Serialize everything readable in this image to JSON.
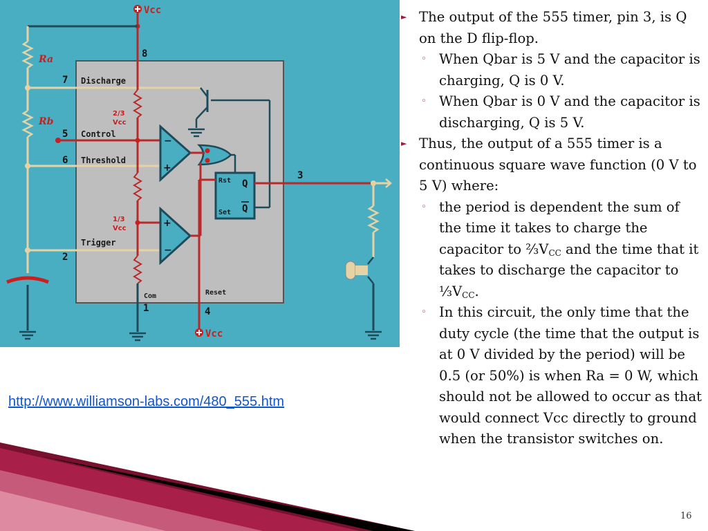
{
  "slide": {
    "number": "16"
  },
  "diagram": {
    "vcc_top": "Vcc",
    "vcc_bottom": "Vcc",
    "ra": "Ra",
    "rb": "Rb",
    "pins": {
      "p8": "8",
      "p7": "7",
      "p5": "5",
      "p6": "6",
      "p2": "2",
      "p1": "1",
      "p4": "4",
      "p3": "3"
    },
    "labels": {
      "discharge": "Discharge",
      "control": "Control",
      "threshold": "Threshold",
      "trigger": "Trigger",
      "com": "Com",
      "reset": "Reset",
      "rst": "Rst",
      "set": "Set",
      "q": "Q",
      "qbar": "Q"
    },
    "two_thirds_top": "2/3",
    "two_thirds_bottom": "Vcc",
    "one_third_top": "1/3",
    "one_third_bottom": "Vcc",
    "colors": {
      "background": "#4aaec2",
      "chip": "#bebebe",
      "wire_red": "#b82a2a",
      "wire_dark": "#1e4b5a",
      "wire_tan": "#e6d3a5"
    }
  },
  "source_link": "http://www.williamson-labs.com/480_555.htm",
  "bullets": {
    "b1": "The output of the 555 timer, pin 3, is Q on the D flip-flop.",
    "b1_sub1": "When Qbar is 5 V and the capacitor is charging, Q is 0 V.",
    "b1_sub2": "When Qbar is 0 V and the capacitor is discharging, Q is 5 V.",
    "b2": "Thus, the output of a 555 timer is a continuous square wave function (0 V to 5 V) where:",
    "b2_sub1_a": " the period is dependent the sum of the time it takes to charge the capacitor to ⅔V",
    "b2_sub1_sub_a": "CC",
    "b2_sub1_b": " and  the time that it takes to discharge the capacitor to ⅓V",
    "b2_sub1_sub_b": "CC",
    "b2_sub1_c": ".",
    "b2_sub2": "In this circuit, the only time that the duty cycle (the time that the output is at 0 V divided by the period) will be 0.5 (or 50%) is when Ra  = 0 W, which should not be allowed to occur as that would connect Vcc directly to ground when the transistor switches on."
  }
}
